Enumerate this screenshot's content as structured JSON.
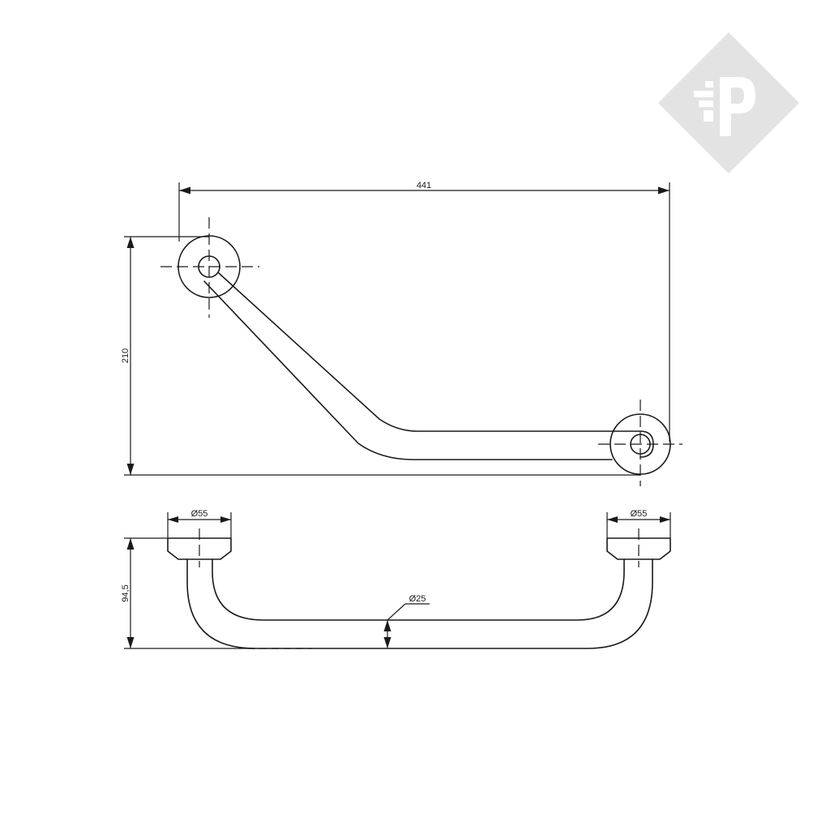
{
  "logo": {
    "name": "brand-logo",
    "letter": "P",
    "color": "#e3e3e3"
  },
  "top_view": {
    "dimensions": {
      "width": "441",
      "height": "210"
    }
  },
  "front_view": {
    "dimensions": {
      "flange_left_diameter": "Ø55",
      "flange_right_diameter": "Ø55",
      "tube_diameter": "Ø25",
      "projection": "94,5"
    }
  },
  "colors": {
    "line": "#1a1a1a",
    "background": "#ffffff"
  }
}
